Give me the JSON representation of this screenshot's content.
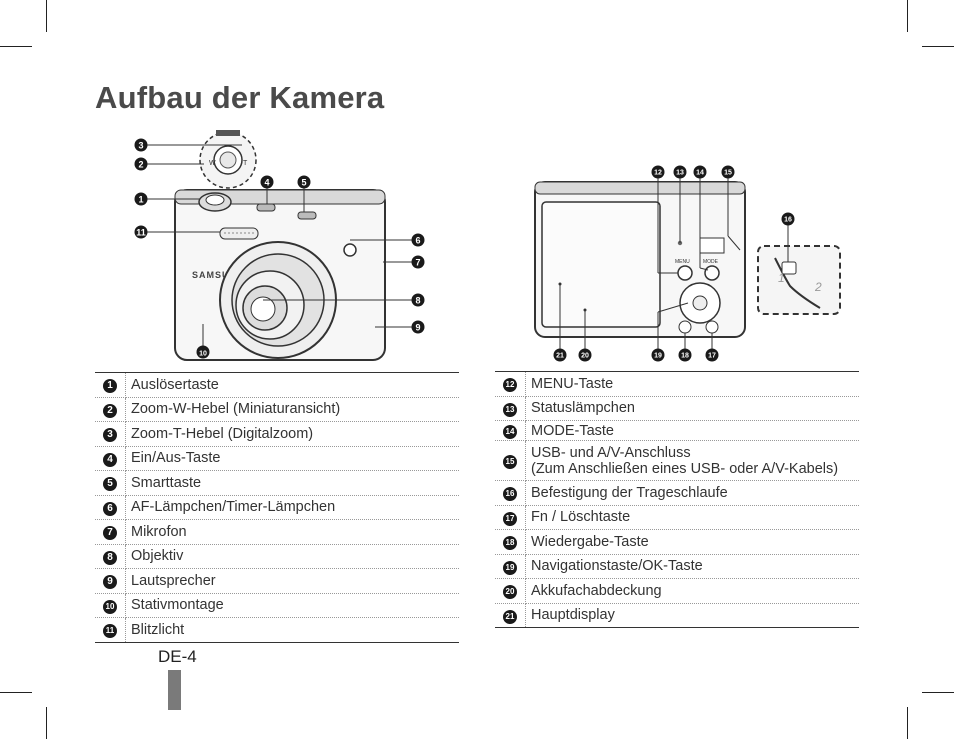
{
  "title": "Aufbau der Kamera",
  "page_label": "DE-4",
  "front_camera": {
    "brand": "SAMSUNG",
    "dial_labels": {
      "w": "W",
      "t": "T"
    }
  },
  "back_camera": {
    "menu_text": "MENU",
    "mode_text": "MODE",
    "step_1": "1",
    "step_2": "2"
  },
  "left_legend": [
    {
      "num": "1",
      "label": "Auslösertaste"
    },
    {
      "num": "2",
      "label": "Zoom-W-Hebel (Miniaturansicht)"
    },
    {
      "num": "3",
      "label": "Zoom-T-Hebel (Digitalzoom)"
    },
    {
      "num": "4",
      "label": "Ein/Aus-Taste"
    },
    {
      "num": "5",
      "label": "Smarttaste"
    },
    {
      "num": "6",
      "label": "AF-Lämpchen/Timer-Lämpchen"
    },
    {
      "num": "7",
      "label": "Mikrofon"
    },
    {
      "num": "8",
      "label": "Objektiv"
    },
    {
      "num": "9",
      "label": "Lautsprecher"
    },
    {
      "num": "10",
      "label": "Stativmontage"
    },
    {
      "num": "11",
      "label": "Blitzlicht"
    }
  ],
  "right_legend": [
    {
      "num": "12",
      "label": "MENU-Taste"
    },
    {
      "num": "13",
      "label": "Statuslämpchen"
    },
    {
      "num": "14",
      "label": "MODE-Taste"
    },
    {
      "num": "15",
      "label": "USB- und A/V-Anschluss",
      "label2": "(Zum Anschließen eines USB- oder A/V-Kabels)"
    },
    {
      "num": "16",
      "label": "Befestigung der Trageschlaufe"
    },
    {
      "num": "17",
      "label": "Fn / Löschtaste"
    },
    {
      "num": "18",
      "label": "Wiedergabe-Taste"
    },
    {
      "num": "19",
      "label": "Navigationstaste/OK-Taste"
    },
    {
      "num": "20",
      "label": "Akkufachabdeckung"
    },
    {
      "num": "21",
      "label": "Hauptdisplay"
    }
  ]
}
